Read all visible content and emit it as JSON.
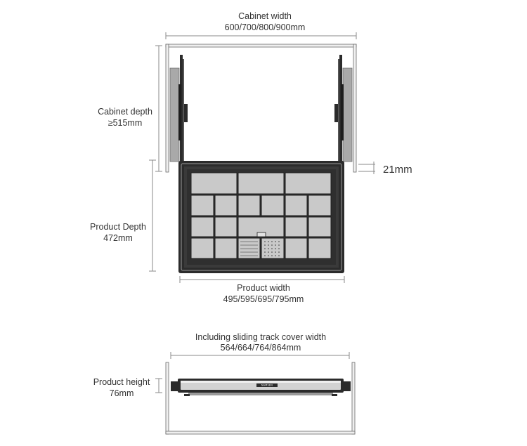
{
  "top_view": {
    "cabinet_width": {
      "label": "Cabinet width",
      "value": "600/700/800/900mm"
    },
    "cabinet_depth": {
      "label": "Cabinet depth",
      "value": "≥515mm"
    },
    "product_depth": {
      "label": "Product Depth",
      "value": "472mm"
    },
    "product_width": {
      "label": "Product width",
      "value": "495/595/695/795mm"
    },
    "gap": {
      "value": "21mm"
    }
  },
  "front_view": {
    "track_cover_width": {
      "label": "Including sliding track cover width",
      "value": "564/664/764/864mm"
    },
    "product_height": {
      "label": "Product height",
      "value": "76mm"
    },
    "brand_mark": "NAMSEN"
  },
  "colors": {
    "frame": "#2b2b2b",
    "compartment": "#c9c9c9",
    "dimension_line": "#8a8a8a",
    "slide_rail": "#a9a9a9",
    "text": "#333333"
  }
}
